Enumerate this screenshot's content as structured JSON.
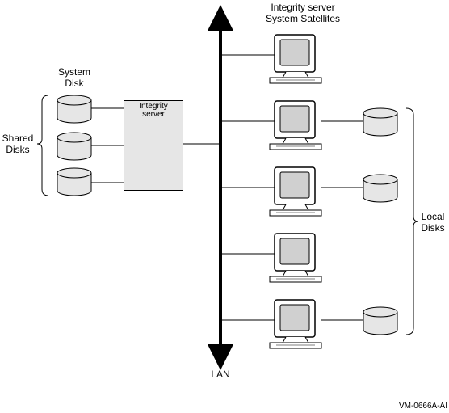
{
  "labels": {
    "satellites_title_line1": "Integrity server",
    "satellites_title_line2": "System Satellites",
    "system_disk_line1": "System",
    "system_disk_line2": "Disk",
    "shared_disks_line1": "Shared",
    "shared_disks_line2": "Disks",
    "server_line1": "Integrity",
    "server_line2": "server",
    "local_disks_line1": "Local",
    "local_disks_line2": "Disks",
    "lan": "LAN",
    "figure_id": "VM-0666A-AI"
  },
  "nodes": {
    "shared_disks": [
      "shared-disk-1",
      "shared-disk-2",
      "shared-disk-3"
    ],
    "satellites": [
      "satellite-1",
      "satellite-2",
      "satellite-3",
      "satellite-4",
      "satellite-5"
    ],
    "local_disks": [
      "local-disk-1",
      "local-disk-2",
      "local-disk-3"
    ]
  },
  "colors": {
    "line": "#000000",
    "server_fill": "#e6e6e6",
    "disk_fill": "#e6e6e6",
    "monitor_fill": "#d0d0d0",
    "background": "#ffffff"
  }
}
